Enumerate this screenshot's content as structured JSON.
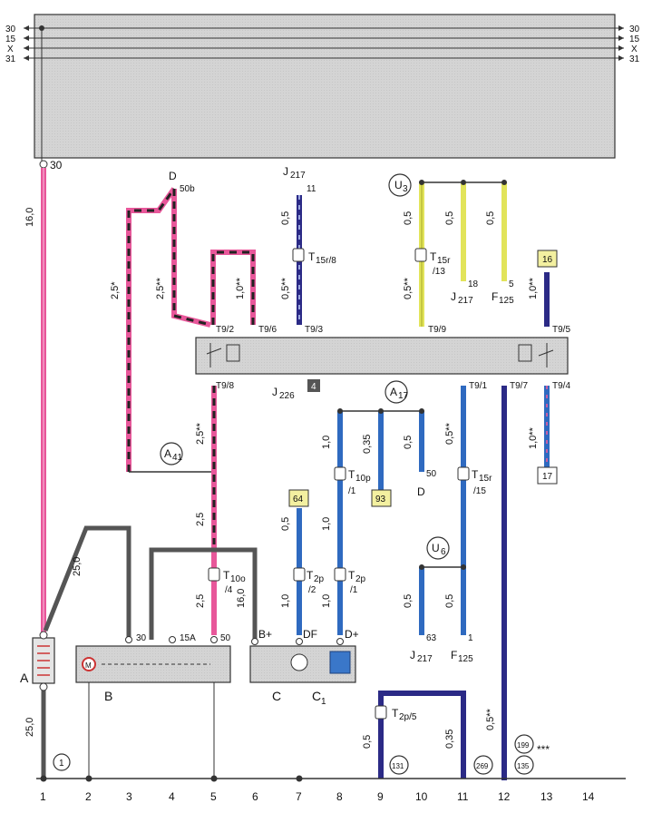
{
  "fuse_panel": {
    "rails_left": [
      "30",
      "15",
      "X",
      "31"
    ],
    "rails_right": [
      "30",
      "15",
      "X",
      "31"
    ]
  },
  "terminal_30": "30",
  "wire_sizes": {
    "w1": "16,0",
    "w1_lower": "25,0",
    "w2": "2,5*",
    "w3": "2,5**",
    "w4": "1,0**",
    "w5": "0,5**",
    "w5a": "0,5",
    "w6a": "0,5",
    "w6b": "0,5**",
    "w7": "0,5",
    "w8": "0,5",
    "w9": "1,0**",
    "w10": "2,5**",
    "w11": "2,5",
    "w12": "2,5",
    "w13": "25,0",
    "w14": "16,0",
    "w15": "0,5",
    "w16": "1,0",
    "w17": "1,0",
    "w18": "1,0",
    "w19": "1,0",
    "w20": "0,35",
    "w21": "0,5",
    "w22": "0,5**",
    "w23": "1,0**",
    "w24": "0,5",
    "w25": "0,5",
    "w26": "0,5",
    "w27": "0,35",
    "w28": "0,5**"
  },
  "labels": {
    "D_top": "D",
    "D_50b": "50b",
    "J217_top": "J",
    "J217_top_sub": "217",
    "pin_11": "11",
    "T15r8": "T",
    "T15r8_sub": "15r/8",
    "U3": "U",
    "U3_sub": "3",
    "T15r13": "T",
    "T15r13_sub": "15r",
    "T15r13_pin": "/13",
    "pin_18": "18",
    "pin_5": "5",
    "J217_mid": "J",
    "J217_mid_sub": "217",
    "F125_mid": "F",
    "F125_mid_sub": "125",
    "box_16": "16",
    "T9_2": "T9/2",
    "T9_6": "T9/6",
    "T9_3": "T9/3",
    "T9_9": "T9/9",
    "T9_5": "T9/5",
    "T9_8": "T9/8",
    "T9_1": "T9/1",
    "T9_7": "T9/7",
    "T9_4": "T9/4",
    "J226": "J",
    "J226_sub": "226",
    "J226_badge": "4",
    "A17": "A",
    "A17_sub": "17",
    "A41": "A",
    "A41_sub": "41",
    "T10p": "T",
    "T10p_sub": "10p",
    "T10p_pin": "/1",
    "box_93": "93",
    "pin_50": "50",
    "D_mid": "D",
    "T15r15": "T",
    "T15r15_sub": "15r",
    "T15r15_pin": "/15",
    "box_17": "17",
    "box_64": "64",
    "U6": "U",
    "U6_sub": "6",
    "T10o": "T",
    "T10o_sub": "10o",
    "T10o_pin": "/4",
    "T2p2": "T",
    "T2p2_sub": "2p",
    "T2p2_pin": "/2",
    "T2p1": "T",
    "T2p1_sub": "2p",
    "T2p1_pin": "/1",
    "pin_63": "63",
    "pin_1": "1",
    "J217_bot": "J",
    "J217_bot_sub": "217",
    "F125_bot": "F",
    "F125_bot_sub": "125",
    "starter_30": "30",
    "starter_15A": "15A",
    "starter_50": "50",
    "B_plus": "B+",
    "DF": "DF",
    "D_plus": "D+",
    "A": "A",
    "B": "B",
    "C": "C",
    "C1": "C",
    "C1_sub": "1",
    "T2p5": "T",
    "T2p5_sub": "2p/5",
    "ground_1": "1",
    "ground_131": "131",
    "ground_269": "269",
    "ref_199": "199",
    "ref_135": "135",
    "stars": "***"
  },
  "columns": [
    "1",
    "2",
    "3",
    "4",
    "5",
    "6",
    "7",
    "8",
    "9",
    "10",
    "11",
    "12",
    "13",
    "14"
  ],
  "colors": {
    "pink": "#e8579a",
    "navy": "#2b2a86",
    "blue": "#2f6ac0",
    "yellow": "#e2e45a",
    "gray_wire": "#555555",
    "panel": "#d6d6d6",
    "box_yellow": "#f3f0a0"
  }
}
